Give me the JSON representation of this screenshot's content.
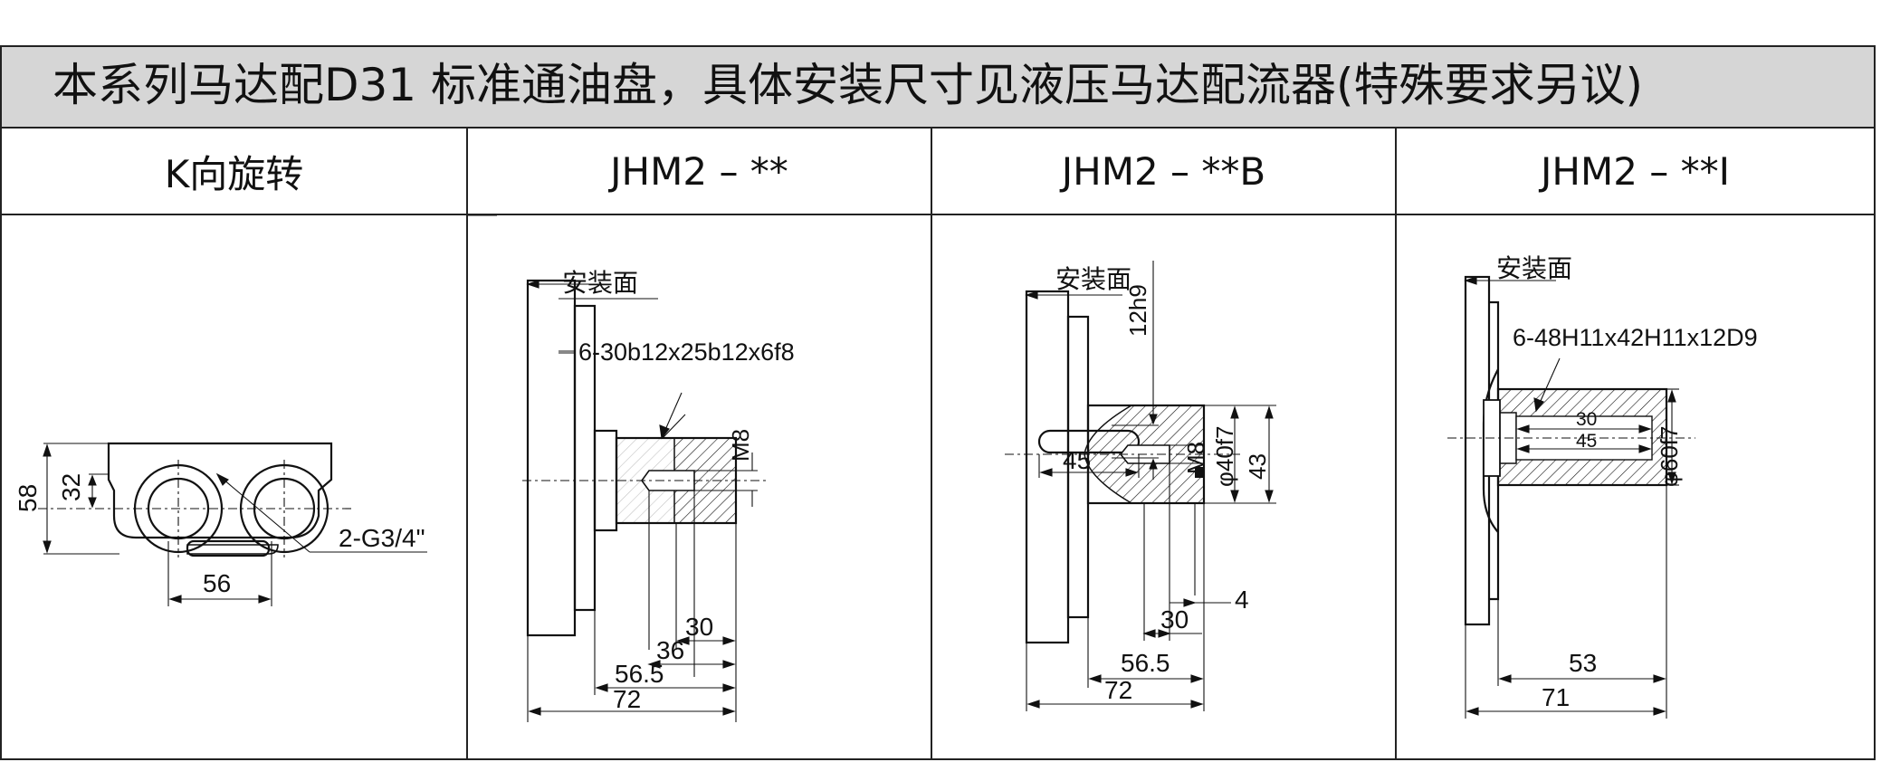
{
  "title": "本系列马达配D31 标准通油盘，具体安装尺寸见液压马达配流器(特殊要求另议)",
  "columns": [
    {
      "header": "K向旋转"
    },
    {
      "header": "JHM2 – **"
    },
    {
      "header": "JHM2 – **B"
    },
    {
      "header": "JHM2 – **I"
    }
  ],
  "k_view": {
    "dim_height": "58",
    "dim_port_height": "32",
    "dim_port_spacing": "56",
    "port_label": "2-G3/4\""
  },
  "jhm2_std": {
    "mount_face": "安装面",
    "spline": "6-30b12x25b12x6f8",
    "thread": "M8",
    "dims": [
      "30",
      "36",
      "56.5",
      "72"
    ]
  },
  "jhm2_b": {
    "mount_face": "安装面",
    "key_width": "12h9",
    "key_length": "45",
    "thread": "M8",
    "shaft_dia": "φ40f7",
    "dim_43": "43",
    "dim_4": "4",
    "dims": [
      "30",
      "56.5",
      "72"
    ]
  },
  "jhm2_i": {
    "mount_face": "安装面",
    "spline": "6-48H11x42H11x12D9",
    "inner_30": "30",
    "inner_45": "45",
    "bore_dia": "φ60f7",
    "dims": [
      "53",
      "71"
    ]
  }
}
